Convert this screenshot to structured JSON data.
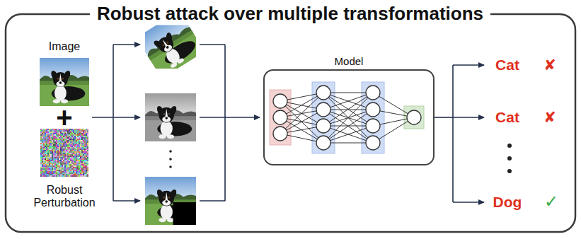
{
  "diagram": {
    "title": "Robust attack over multiple transformations",
    "nodes": [
      {
        "text": [
          "Model"
        ]
      }
    ],
    "labels": [
      "Image",
      "+",
      "Robust Perturbation",
      "Cat",
      "✘",
      "Cat",
      "✘",
      "Dog",
      "✓"
    ]
  }
}
